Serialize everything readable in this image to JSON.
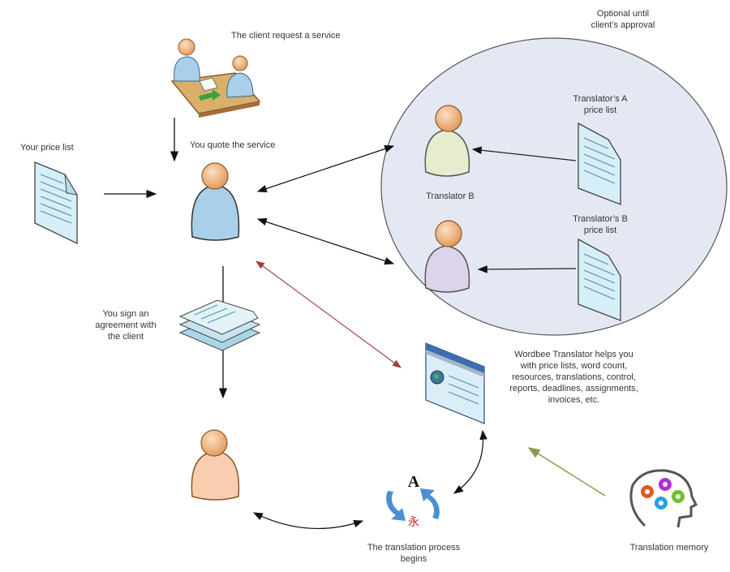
{
  "labels": {
    "client_request": "The client request a service",
    "quote_service": "You quote the service",
    "your_price_list": "Your price list",
    "optional": "Optional until client’s approval",
    "translator_a_price_list": "Translator’s A price list",
    "translator_b": "Translator B",
    "translator_b_price_list": "Translator’s B price list",
    "sign_agreement": "You sign an agreement with the client",
    "wordbee": "Wordbee Translator helps you with price lists, word count, resources, translations, control, reports, deadlines, assignments, invoices, etc.",
    "translation_process": "The translation process begins",
    "translation_memory": "Translation memory",
    "glyph_a": "A",
    "glyph_kanji": "永"
  },
  "colors": {
    "circle_fill": "#e4e8f3",
    "person_blue": "#a9d0e8",
    "person_green": "#e6edcf",
    "person_purple": "#ddd3ea",
    "person_peach": "#f8cdb0",
    "head": "#eaa46a",
    "doc": "#d6eef7",
    "red_arrow": "#a04040",
    "green_arrow": "#8a9a50"
  }
}
